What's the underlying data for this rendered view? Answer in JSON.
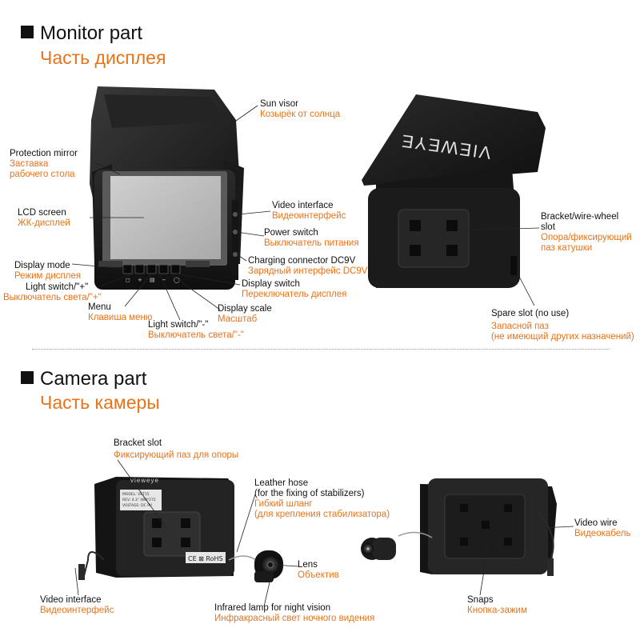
{
  "monitor": {
    "title": "Monitor part",
    "subtitle": "Часть дисплея",
    "labels": {
      "sun_visor": {
        "en": "Sun visor",
        "ru": "Козырёк от солнца"
      },
      "protection_mirror": {
        "en": "Protection mirror",
        "ru1": "Заставка",
        "ru2": "рабочего стола"
      },
      "lcd_screen": {
        "en": "LCD screen",
        "ru": "ЖК-дисплей"
      },
      "display_mode": {
        "en": "Display mode",
        "ru": "Режим  дисплея"
      },
      "light_plus": {
        "en": "Light switch/\"+\"",
        "ru": "Выключатель света/\"+\""
      },
      "menu": {
        "en": "Menu",
        "ru": "Клавиша меню"
      },
      "light_minus": {
        "en": "Light switch/\"-\"",
        "ru": "Выключатель света/\"-\""
      },
      "display_scale": {
        "en": "Display scale",
        "ru": "Масштаб"
      },
      "display_switch": {
        "en": "Display switch",
        "ru": "Переключатель дисплея"
      },
      "charging": {
        "en": "Charging connector DC9V",
        "ru": "Зарядный интерфейс DC9V"
      },
      "power_switch": {
        "en": "Power switch",
        "ru": "Выключатель питания"
      },
      "video_interface": {
        "en": "Video interface",
        "ru": "Видеоинтерфейс"
      },
      "bracket_slot": {
        "en1": "Bracket/wire-wheel",
        "en2": "slot",
        "ru1": "Опора/фиксирующий",
        "ru2": "паз катушки"
      },
      "spare_slot": {
        "en": "Spare slot (no use)",
        "ru1": "Запасной паз",
        "ru2": "(не имеющий других назначений)"
      }
    },
    "brand": "VIEWEYE"
  },
  "camera": {
    "title": "Camera part",
    "subtitle": "Часть камеры",
    "labels": {
      "bracket_slot": {
        "en": "Bracket slot",
        "ru": "Фиксирующий паз для опоры"
      },
      "leather_hose": {
        "en1": "Leather hose",
        "en2": "(for the fixing of stabilizers)",
        "ru1": " Гибкий шланг",
        "ru2": "(для крепления стабилизатора)"
      },
      "lens": {
        "en": "Lens",
        "ru": "Объектив"
      },
      "video_wire": {
        "en": "Video wire",
        "ru": "Видеокабель"
      },
      "video_interface": {
        "en": "Video interface",
        "ru": "Видеоинтерфейс"
      },
      "infrared": {
        "en": "Infrared lamp for night vision",
        "ru": "Инфракрасный свет ночного видения"
      },
      "snaps": {
        "en": "Snaps",
        "ru": "Кнопка-зажим"
      }
    },
    "brand": "vieweye",
    "sticker": {
      "line1": "MODEL: VET15",
      "line2": "REV: 4.3\" 480*272",
      "line3": "VOLTAGE: DC 9V"
    },
    "marks": "CE ⊠ RoHS FC"
  },
  "colors": {
    "accent": "#e8731a",
    "text": "#111111",
    "device": "#1e1e1e"
  }
}
